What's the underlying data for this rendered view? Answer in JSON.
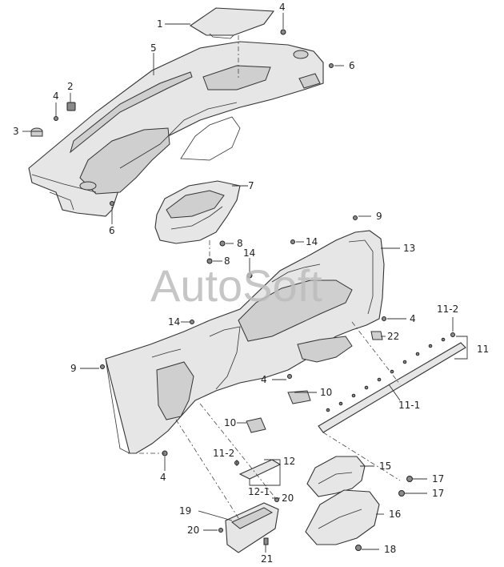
{
  "watermark": "AutoSoft",
  "callouts": {
    "c1": "1",
    "c2": "2",
    "c3": "3",
    "c4a": "4",
    "c4b": "4",
    "c4c": "4",
    "c4d": "4",
    "c4e": "4",
    "c5": "5",
    "c6a": "6",
    "c6b": "6",
    "c7": "7",
    "c8a": "8",
    "c8b": "8",
    "c9a": "9",
    "c9b": "9",
    "c10a": "10",
    "c10b": "10",
    "c11": "11",
    "c11_1": "11-1",
    "c11_2a": "11-2",
    "c11_2b": "11-2",
    "c12": "12",
    "c12_1": "12-1",
    "c13": "13",
    "c14a": "14",
    "c14b": "14",
    "c14c": "14",
    "c15": "15",
    "c16": "16",
    "c17a": "17",
    "c17b": "17",
    "c18": "18",
    "c19": "19",
    "c20a": "20",
    "c20b": "20",
    "c21": "21",
    "c22": "22"
  }
}
